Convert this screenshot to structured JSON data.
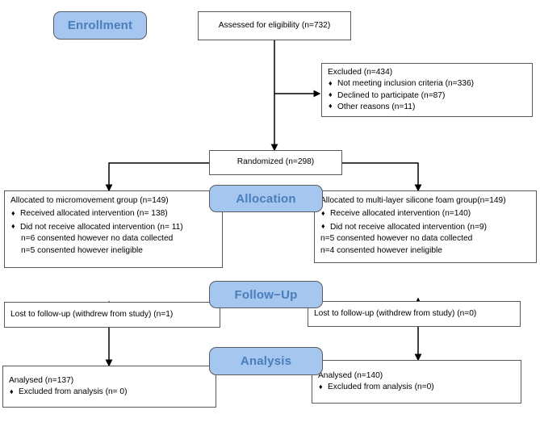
{
  "diagram": {
    "title": "CONSORT participant flow diagram",
    "accent_color": "#a5c6ee",
    "label_text_color": "#4a7ebb",
    "box_border_color": "#595959",
    "bullet_glyph": "♦"
  },
  "stages": {
    "enrollment": "Enrollment",
    "allocation": "Allocation",
    "followup": "Follow−Up",
    "analysis": "Analysis"
  },
  "enrollment": {
    "assessed": "Assessed for eligibility (n=732)",
    "excluded": {
      "heading": "Excluded (n=434)",
      "reasons": [
        "Not meeting inclusion criteria (n=336)",
        "Declined to participate (n=87)",
        "Other reasons (n=11)"
      ]
    },
    "randomized": "Randomized (n=298)"
  },
  "arms": {
    "left": {
      "allocation": {
        "heading": "Allocated to micromovement group (n=149)",
        "bullets": [
          "Received allocated intervention (n= 138)",
          "Did not receive allocated intervention (n= 11)"
        ],
        "notes": [
          "n=6 consented however no data collected",
          "n=5 consented however ineligible"
        ]
      },
      "followup": "Lost to follow-up (withdrew from study) (n=1)",
      "analysis": {
        "heading": "Analysed   (n=137)",
        "bullets": [
          "Excluded from analysis (n= 0)"
        ]
      }
    },
    "right": {
      "allocation": {
        "heading": "Allocated to multi-layer silicone foam group(n=149)",
        "bullets": [
          "Receive allocated intervention (n=140)",
          "Did not receive allocated intervention    (n=9)"
        ],
        "notes": [
          "n=5 consented however no data collected",
          "n=4 consented however ineligible"
        ]
      },
      "followup": "Lost to follow-up (withdrew from study) (n=0)",
      "analysis": {
        "heading": "Analysed   (n=140)",
        "bullets": [
          "Excluded from analysis (n=0)"
        ]
      }
    }
  }
}
